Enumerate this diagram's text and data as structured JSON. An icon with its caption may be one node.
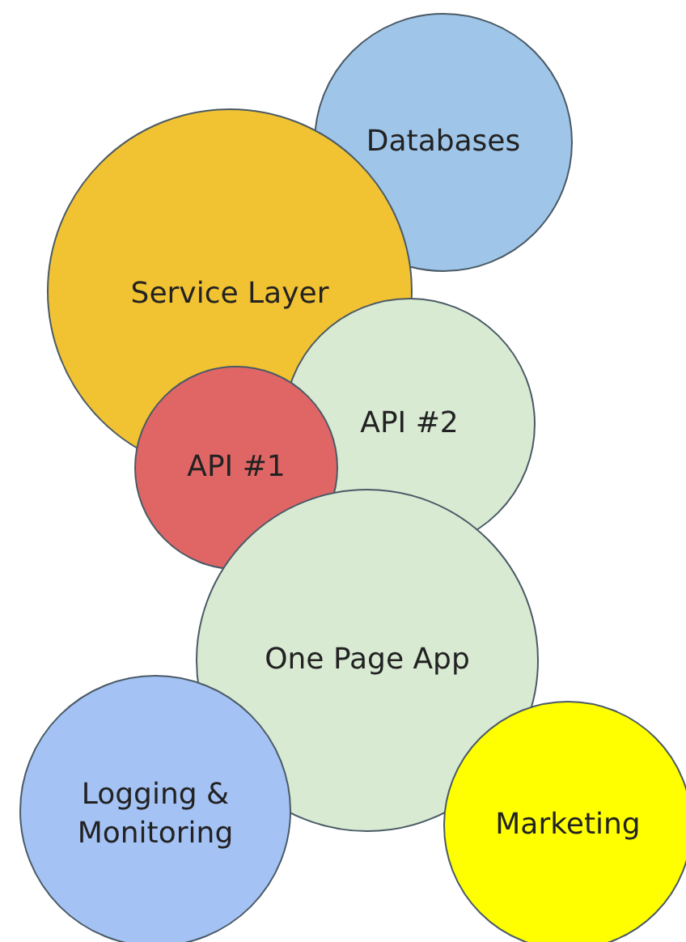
{
  "diagram": {
    "nodes": [
      {
        "text": [
          "Databases"
        ]
      },
      {
        "text": [
          "Service Layer"
        ]
      },
      {
        "text": [
          "API #2"
        ]
      },
      {
        "text": [
          "API #1"
        ]
      },
      {
        "text": [
          "One Page App"
        ]
      },
      {
        "text": [
          "Logging & Monitoring"
        ]
      },
      {
        "text": [
          "Marketing"
        ]
      }
    ]
  }
}
